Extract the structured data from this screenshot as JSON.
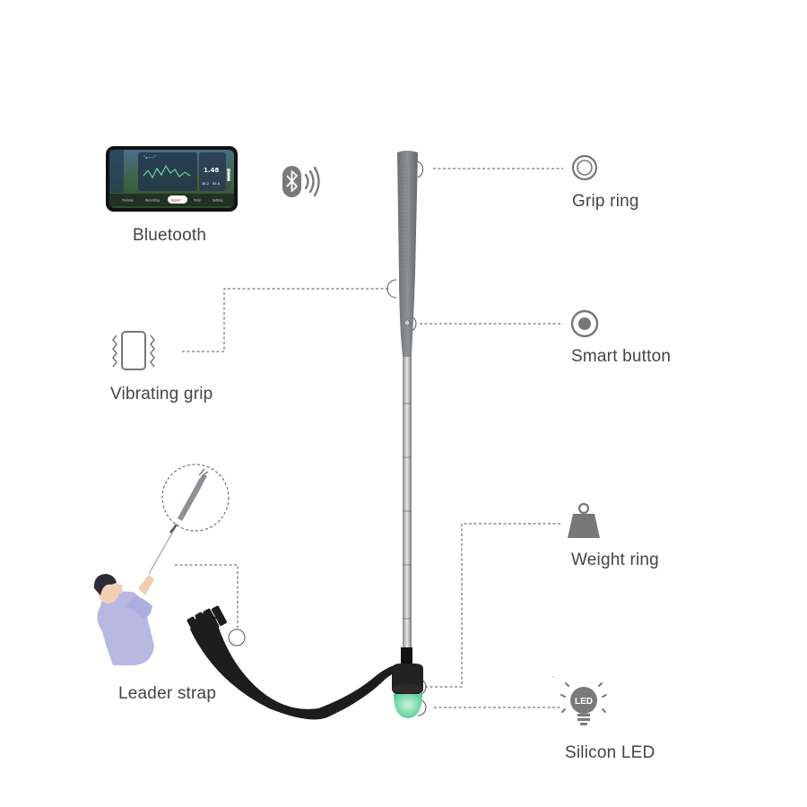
{
  "labels": {
    "bluetooth": "Bluetooth",
    "grip_ring": "Grip ring",
    "smart_button": "Smart button",
    "vibrating_grip": "Vibrating grip",
    "weight_ring": "Weight ring",
    "leader_strap": "Leader strap",
    "silicon_led": "Silicon LED"
  },
  "phone_screen": {
    "header": "“◂——”",
    "metric_value": "1.48",
    "stat_a": "38.2",
    "stat_b": "65.8",
    "tabs": [
      "Training",
      "Recording",
      "Report",
      "Tutor",
      "Setting"
    ]
  },
  "led_icon_text": "LED",
  "colors": {
    "callout_line": "#555555",
    "icon_gray": "#777777",
    "grip": "#7d8084",
    "strap": "#1d1d1d",
    "led_green": "#6fd6a8"
  },
  "icons": [
    "phone-icon",
    "bluetooth-icon",
    "ring-icon",
    "button-icon",
    "vibrate-icon",
    "weight-icon",
    "led-bulb-icon"
  ]
}
